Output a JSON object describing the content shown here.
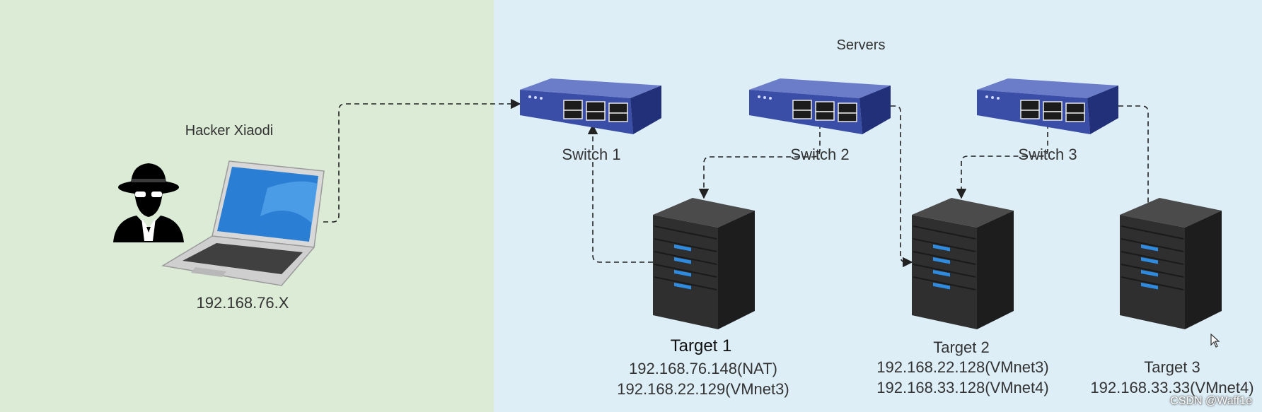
{
  "zones": {
    "servers_label": "Servers"
  },
  "attacker": {
    "label": "Hacker Xiaodi",
    "ip": "192.168.76.X"
  },
  "switches": [
    {
      "label": "Switch 1"
    },
    {
      "label": "Switch 2"
    },
    {
      "label": "Switch 3"
    }
  ],
  "targets": [
    {
      "name": "Target 1",
      "ips": [
        "192.168.76.148(NAT)",
        "192.168.22.129(VMnet3)"
      ]
    },
    {
      "name": "Target 2",
      "ips": [
        "192.168.22.128(VMnet3)",
        "192.168.33.128(VMnet4)"
      ]
    },
    {
      "name": "Target 3",
      "ips": [
        "192.168.33.33(VMnet4)"
      ]
    }
  ],
  "watermark": "CSDN @Waff1e",
  "colors": {
    "attacker_zone": "#dcebd6",
    "server_zone": "#ddeef7",
    "switch_body": "#3a4ea8",
    "server_body": "#2f2f2f",
    "server_led": "#2f8be0",
    "laptop_screen": "#2a7fd4"
  }
}
